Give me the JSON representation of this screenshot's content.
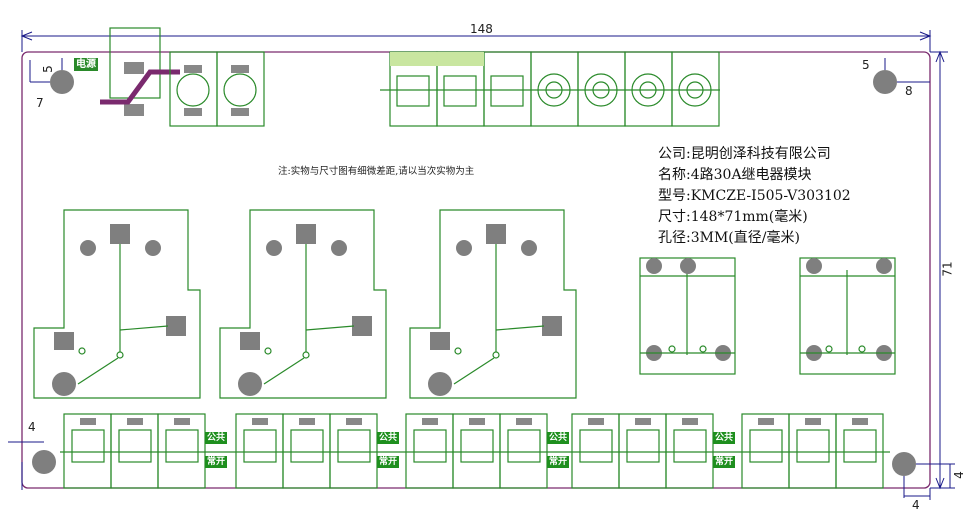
{
  "dimensions": {
    "width": "148",
    "height": "71",
    "hole_offset_left_x": "5",
    "hole_offset_left_y": "7",
    "hole_offset_right_y": "5",
    "hole_offset_right_x": "8",
    "bottom_left_x": "4",
    "bottom_right_y": "4",
    "bottom_right_x": "4"
  },
  "company": {
    "line1": "公司:昆明创泽科技有限公司",
    "line2": "名称:4路30A继电器模块",
    "line3": "型号:KMCZE-I505-V303102",
    "line4": "尺寸:148*71mm(毫米)",
    "line5": "孔径:3MM(直径/毫米)"
  },
  "note": "注:实物与尺寸图有细微差距,请以当次实物为主",
  "labels": {
    "power_tag": "电源",
    "common": "公共",
    "normally_open": "常开"
  },
  "colors": {
    "board_outline": "#7a2a6e",
    "copper": "#2a8a2a",
    "pad": "#888888",
    "dimension": "#1a1a8a"
  }
}
